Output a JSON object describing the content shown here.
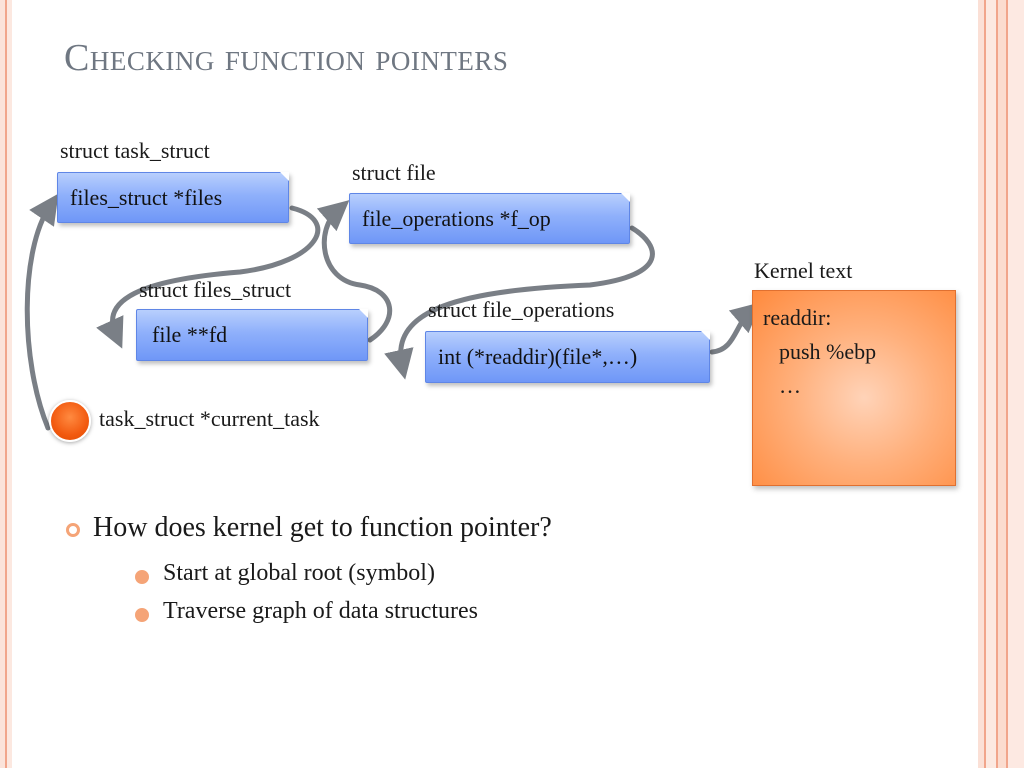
{
  "slide": {
    "title": "Checking function pointers",
    "colors": {
      "accent": "#f5a477",
      "field_blue": "#8fb0fb",
      "kernel_orange": "#ff8a3d",
      "title_gray": "#6f7782",
      "arrow_gray": "#7a7f86"
    }
  },
  "diagram": {
    "task_struct_label": "struct task_struct",
    "task_struct_field": "files_struct *files",
    "file_label": "struct file",
    "file_field": "file_operations *f_op",
    "files_struct_label": "struct files_struct",
    "files_struct_field": "file **fd",
    "file_operations_label": "struct file_operations",
    "file_operations_field": "int (*readdir)(file*,…)",
    "kernel_text_label": "Kernel text",
    "kernel_lines": [
      "readdir:",
      "push %ebp",
      "…"
    ],
    "root_label": "task_struct *current_task"
  },
  "bullets": [
    {
      "text": "How does kernel get to function pointer?",
      "sub": [
        "Start at global root (symbol)",
        "Traverse graph of data structures"
      ]
    }
  ]
}
